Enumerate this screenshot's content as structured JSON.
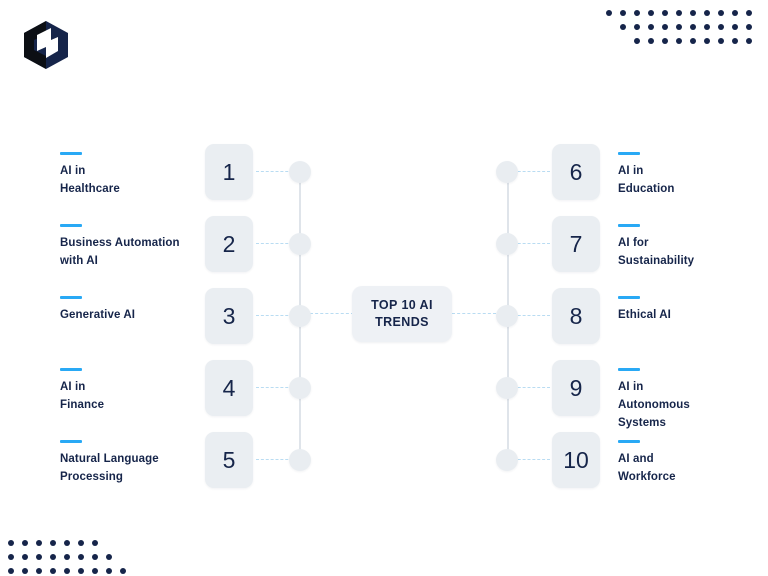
{
  "brand": {
    "logo_icon": "cube-logo-icon"
  },
  "decor": {
    "top_right_dots_icon": "dot-grid-icon",
    "bottom_left_dots_icon": "dot-grid-icon",
    "top_right_rows": [
      11,
      10,
      9
    ],
    "bottom_left_rows": [
      7,
      8,
      9
    ]
  },
  "center": {
    "title": "TOP 10 AI TRENDS"
  },
  "colors": {
    "accent": "#29a9f5",
    "navy": "#16254a",
    "box_fill": "#eaeef2",
    "spine": "#dfe4ea",
    "dash": "#b9dcf2"
  },
  "chart_data": {
    "type": "diagram",
    "title": "TOP 10 AI TRENDS",
    "left_items": [
      {
        "number": "1",
        "label": "AI in Healthcare"
      },
      {
        "number": "2",
        "label": "Business Automation with AI"
      },
      {
        "number": "3",
        "label": "Generative AI"
      },
      {
        "number": "4",
        "label": "AI in Finance"
      },
      {
        "number": "5",
        "label": "Natural Language Processing"
      }
    ],
    "right_items": [
      {
        "number": "6",
        "label": "AI in Education"
      },
      {
        "number": "7",
        "label": "AI for Sustainability"
      },
      {
        "number": "8",
        "label": "Ethical AI"
      },
      {
        "number": "9",
        "label": "AI in Autonomous Systems"
      },
      {
        "number": "10",
        "label": "AI and Workforce"
      }
    ]
  },
  "left": [
    {
      "number": "1",
      "label": "AI in\nHealthcare"
    },
    {
      "number": "2",
      "label": "Business Automation\nwith AI"
    },
    {
      "number": "3",
      "label": "Generative AI"
    },
    {
      "number": "4",
      "label": "AI in\nFinance"
    },
    {
      "number": "5",
      "label": "Natural Language\nProcessing"
    }
  ],
  "right": [
    {
      "number": "6",
      "label": "AI in\nEducation"
    },
    {
      "number": "7",
      "label": "AI for\nSustainability"
    },
    {
      "number": "8",
      "label": "Ethical AI"
    },
    {
      "number": "9",
      "label": "AI in\nAutonomous\nSystems"
    },
    {
      "number": "10",
      "label": "AI and\nWorkforce"
    }
  ]
}
